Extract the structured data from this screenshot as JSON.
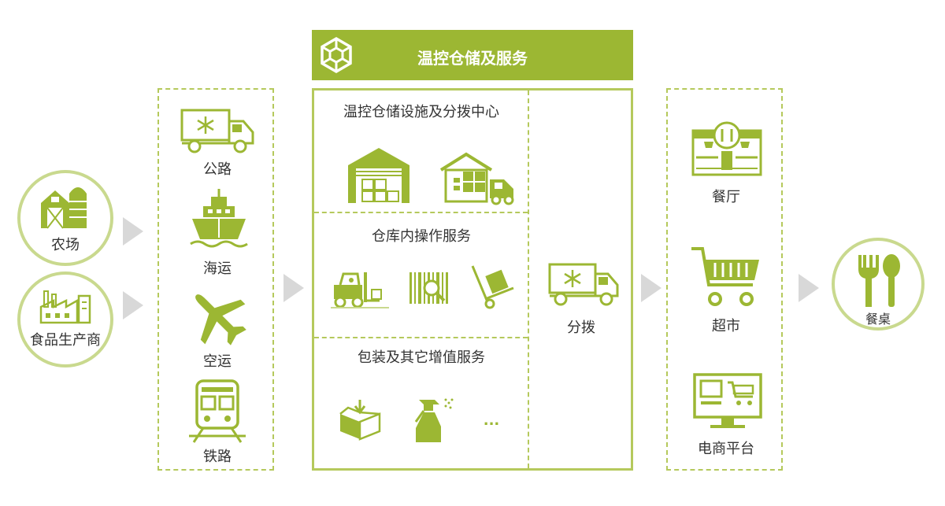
{
  "colors": {
    "accent": "#9cb733",
    "light": "#c9d98e",
    "dash": "#b5c95c",
    "arrow": "#d8d8d8"
  },
  "sources": [
    {
      "label": "农场",
      "icon": "farm-icon"
    },
    {
      "label": "食品生产商",
      "icon": "factory-icon"
    }
  ],
  "transport": [
    {
      "label": "公路",
      "icon": "refrigerated-truck-icon"
    },
    {
      "label": "海运",
      "icon": "ship-icon"
    },
    {
      "label": "空运",
      "icon": "airplane-icon"
    },
    {
      "label": "铁路",
      "icon": "train-icon"
    }
  ],
  "service": {
    "title": "温控仓储及服务",
    "sections": [
      {
        "title": "温控仓储设施及分拨中心"
      },
      {
        "title": "仓库内操作服务"
      },
      {
        "title": "包装及其它增值服务",
        "more": "..."
      }
    ],
    "distribution": "分拨"
  },
  "destinations": [
    {
      "label": "餐厅",
      "icon": "restaurant-icon"
    },
    {
      "label": "超市",
      "icon": "shopping-cart-icon"
    },
    {
      "label": "电商平台",
      "icon": "ecommerce-monitor-icon"
    }
  ],
  "final": {
    "label": "餐桌",
    "icon": "fork-spoon-icon"
  }
}
